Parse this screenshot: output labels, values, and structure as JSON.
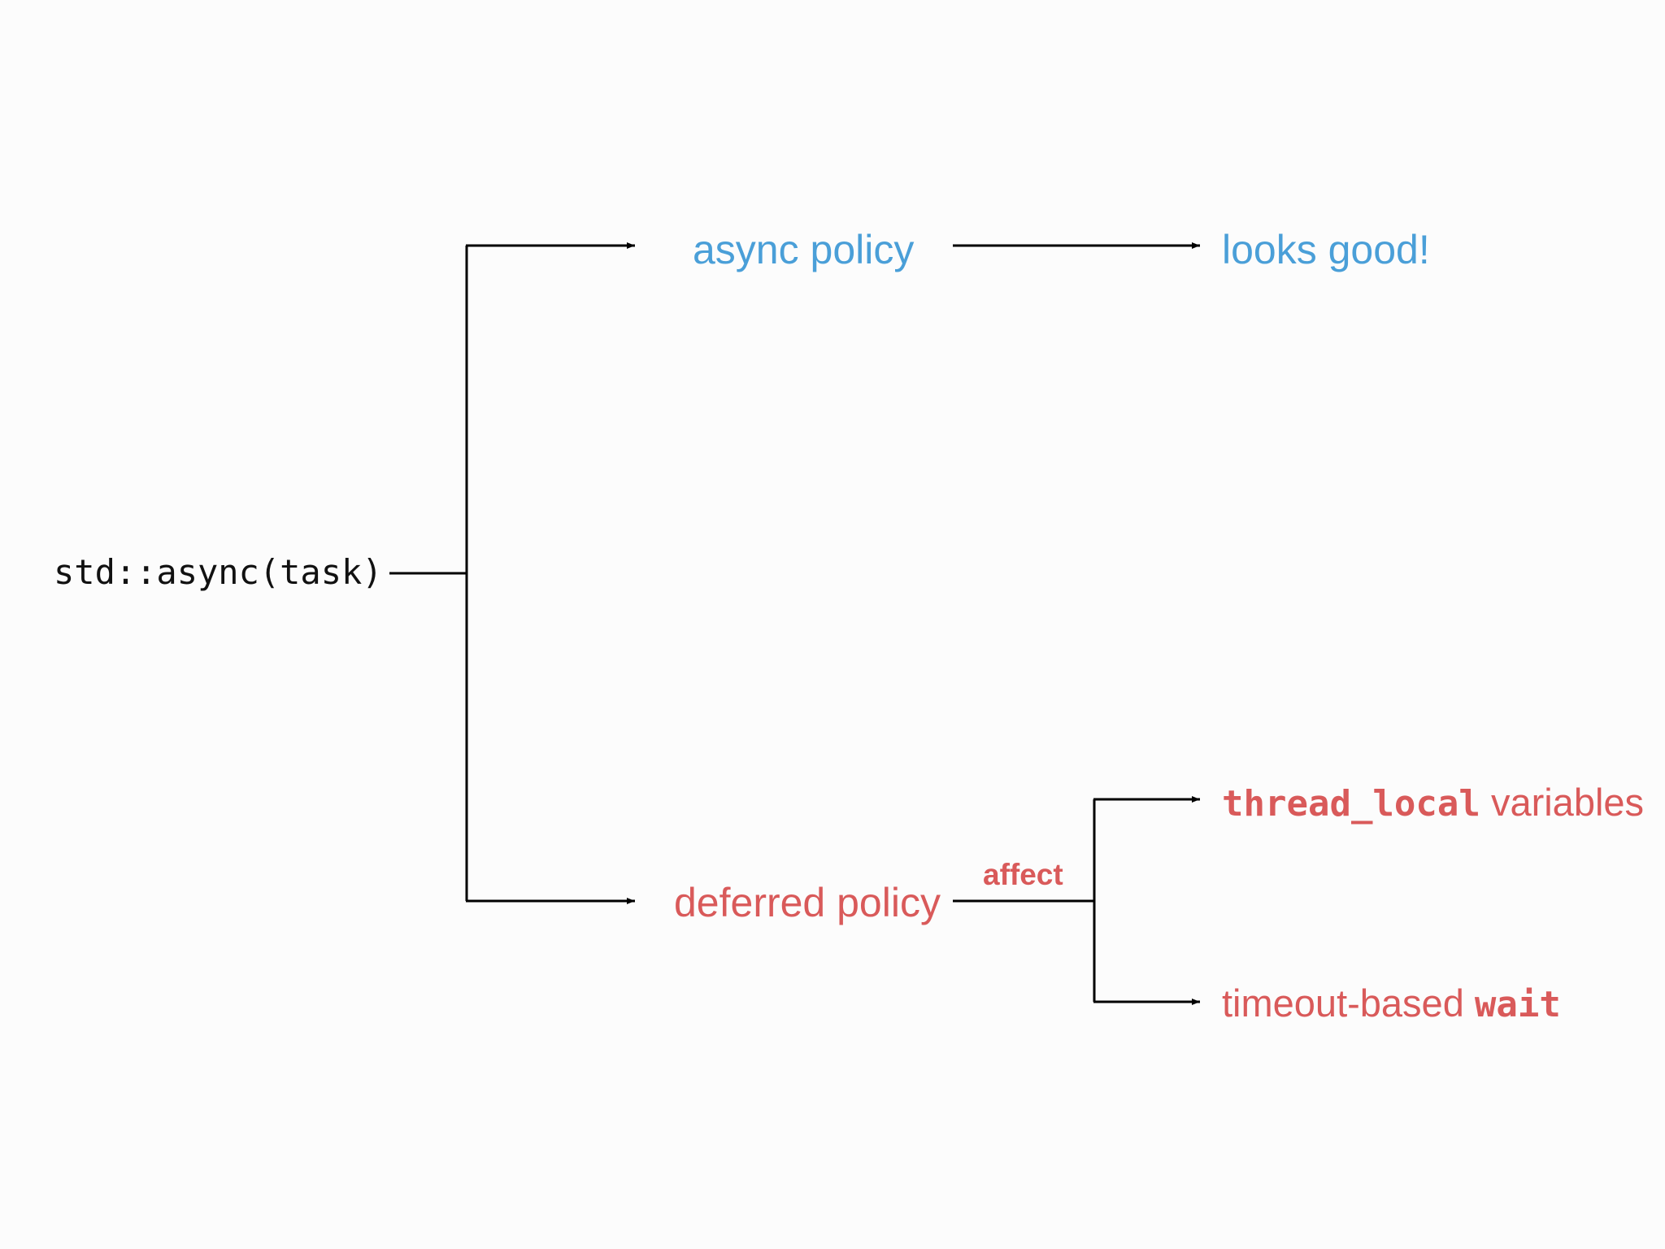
{
  "colors": {
    "background": "#fcfcfc",
    "line": "#000000",
    "root_text": "#111111",
    "async_branch": "#4a9fd8",
    "deferred_branch": "#d95a5a"
  },
  "diagram": {
    "root": {
      "label": "std::async(task)"
    },
    "async_branch": {
      "label": "async policy",
      "result": "looks good!"
    },
    "deferred_branch": {
      "label": "deferred policy",
      "edge_label": "affect",
      "effects": [
        {
          "code": "thread_local",
          "text": " variables"
        },
        {
          "text": "timeout-based ",
          "code": "wait"
        }
      ]
    }
  }
}
